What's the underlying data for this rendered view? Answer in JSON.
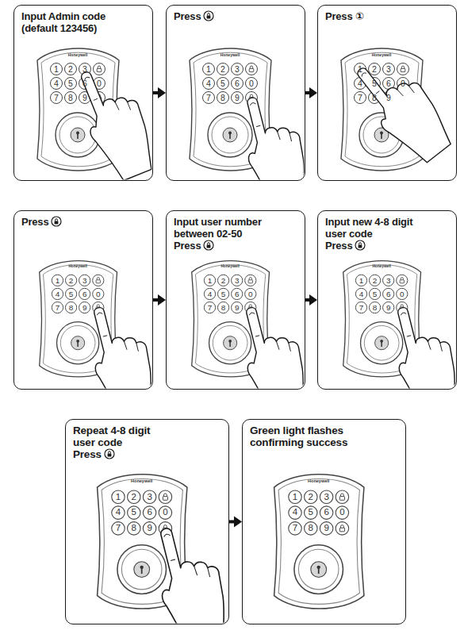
{
  "diagram": {
    "nodes": [
      {
        "text": [
          "Input Admin code (default 123456)"
        ]
      },
      {
        "text": [
          "Press"
        ]
      },
      {
        "text": [
          "Press ①"
        ]
      },
      {
        "text": [
          "Press"
        ]
      },
      {
        "text": [
          "Input user number between 02-50 Press"
        ]
      },
      {
        "text": [
          "Input new 4-8 digit user code Press"
        ]
      },
      {
        "text": [
          "Repeat 4-8 digit user code Press"
        ]
      },
      {
        "text": [
          "Green light flashes confirming success"
        ]
      }
    ],
    "edges": [
      {
        "from": 0,
        "to": 1,
        "arrow": "to"
      },
      {
        "from": 1,
        "to": 2,
        "arrow": "to"
      },
      {
        "from": 3,
        "to": 4,
        "arrow": "to"
      },
      {
        "from": 4,
        "to": 5,
        "arrow": "to"
      },
      {
        "from": 6,
        "to": 7,
        "arrow": "to"
      }
    ],
    "labels": [
      "Honeywell",
      "1",
      "2",
      "3",
      "4",
      "5",
      "6",
      "0",
      "7",
      "8",
      "9",
      "Honeywell",
      "1",
      "2",
      "3",
      "4",
      "5",
      "6",
      "0",
      "7",
      "8",
      "9",
      "Honeywell",
      "1",
      "2",
      "3",
      "4",
      "5",
      "6",
      "0",
      "7",
      "8",
      "9",
      "Honeywell",
      "1",
      "2",
      "3",
      "4",
      "5",
      "6",
      "0",
      "7",
      "8",
      "9",
      "Honeywell",
      "1",
      "2",
      "3",
      "4",
      "5",
      "6",
      "0",
      "7",
      "8",
      "9",
      "Honeywell",
      "1",
      "2",
      "3",
      "4",
      "5",
      "6",
      "0",
      "7",
      "8",
      "9",
      "Honeywell",
      "1",
      "2",
      "3",
      "4",
      "5",
      "6",
      "0",
      "7",
      "8",
      "9",
      "Honeywell",
      "1",
      "2",
      "3",
      "4",
      "5",
      "6",
      "0",
      "7",
      "8",
      "9"
    ]
  }
}
